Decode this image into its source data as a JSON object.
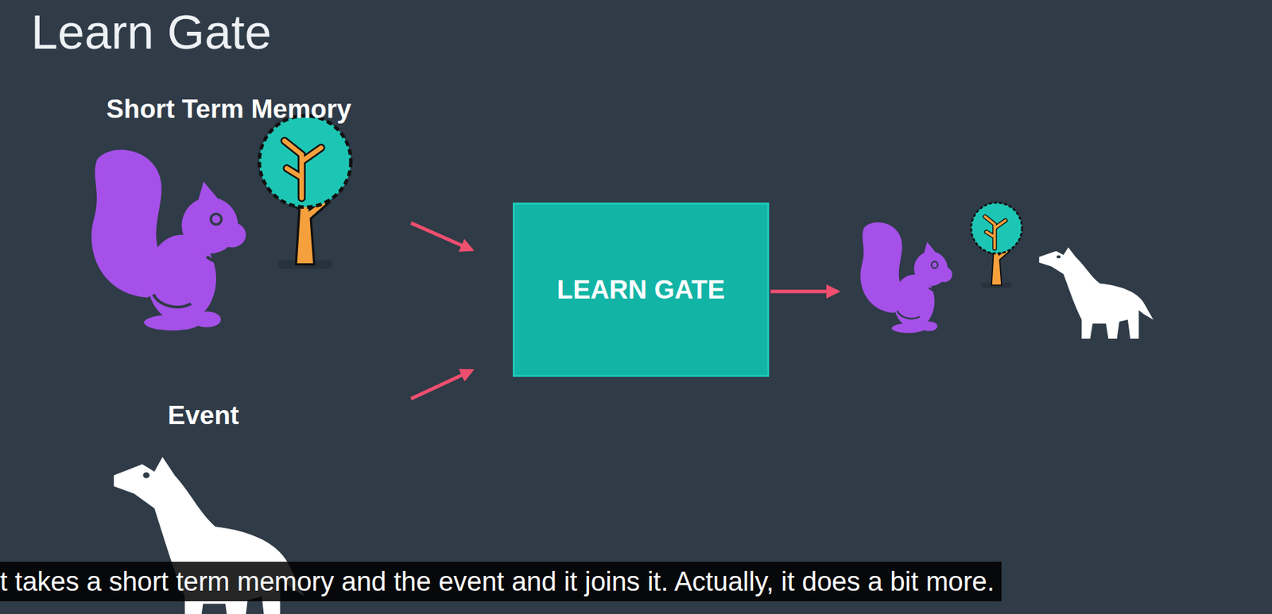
{
  "diagram": {
    "title": "Learn Gate",
    "nodes": [
      {
        "text": [
          "LEARN GATE"
        ]
      }
    ],
    "labels": [
      "Short Term Memory",
      "Event",
      "t takes a short term memory and the event and it joins it. Actually, it does a bit more."
    ]
  }
}
